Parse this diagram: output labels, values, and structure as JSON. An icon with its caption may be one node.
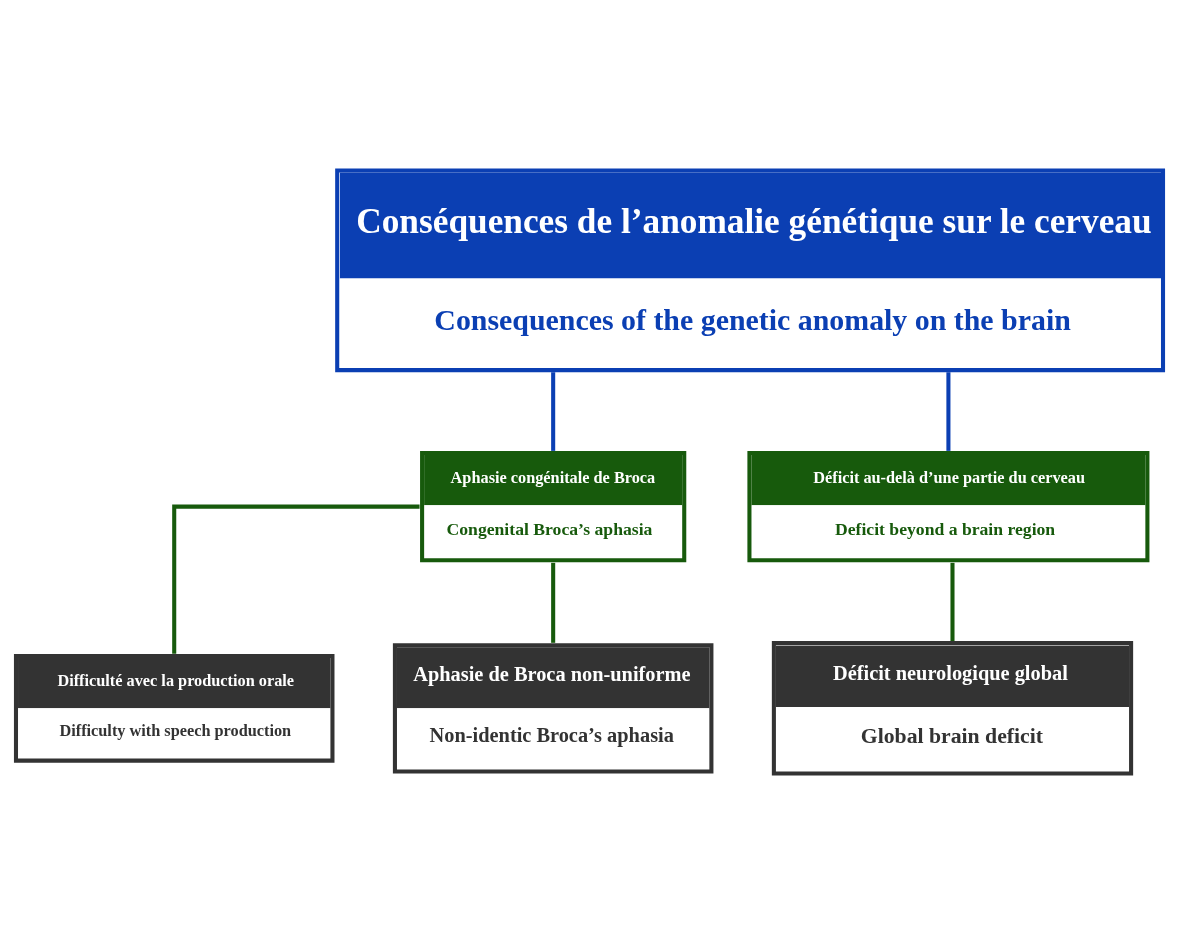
{
  "diagram": {
    "nodes": [
      {
        "text": [
          "Conséquences de l’anomalie génétique sur le cerveau",
          "Consequences of the genetic anomaly on the brain"
        ]
      },
      {
        "text": [
          "Aphasie congénitale de Broca",
          "Congenital Broca’s aphasia"
        ]
      },
      {
        "text": [
          "Déficit au-delà d’une partie du cerveau",
          "Deficit beyond a brain region"
        ]
      },
      {
        "text": [
          "Difficulté avec la production orale",
          "Difficulty with speech production"
        ]
      },
      {
        "text": [
          "Aphasie de Broca non-uniforme",
          "Non-identic Broca’s aphasia"
        ]
      },
      {
        "text": [
          "Déficit neurologique global",
          "Global brain deficit"
        ]
      }
    ],
    "edges": [
      {
        "from": 0,
        "to": 1,
        "arrow": "none",
        "color": "#0b3fb3"
      },
      {
        "from": 0,
        "to": 2,
        "arrow": "none",
        "color": "#0b3fb3"
      },
      {
        "from": 1,
        "to": 3,
        "arrow": "none"
      },
      {
        "from": 1,
        "to": 4,
        "arrow": "none"
      },
      {
        "from": 2,
        "to": 5,
        "arrow": "none"
      }
    ]
  }
}
